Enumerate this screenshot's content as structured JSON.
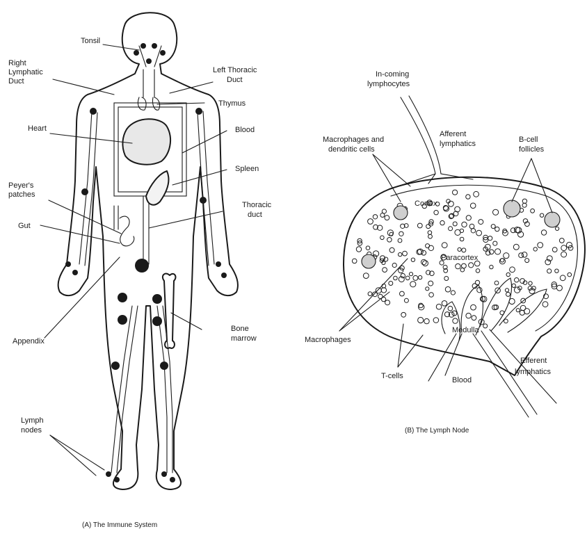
{
  "panel_a": {
    "caption": "(A)  The Immune System",
    "labels": {
      "tonsil": "Tonsil",
      "right_duct_1": "Right",
      "right_duct_2": "Lymphatic",
      "right_duct_3": "Duct",
      "left_duct_1": "Left Thoracic",
      "left_duct_2": "Duct",
      "thymus": "Thymus",
      "heart": "Heart",
      "blood": "Blood",
      "spleen": "Spleen",
      "peyers_1": "Peyer's",
      "peyers_2": "patches",
      "thoracic_1": "Thoracic",
      "thoracic_2": "duct",
      "gut": "Gut",
      "appendix": "Appendix",
      "bone_1": "Bone",
      "bone_2": "marrow",
      "lymph_1": "Lymph",
      "lymph_2": "nodes"
    }
  },
  "panel_b": {
    "caption": "(B)  The Lymph Node",
    "labels": {
      "incoming_1": "In-coming",
      "incoming_2": "lymphocytes",
      "afferent_1": "Afferent",
      "afferent_2": "lymphatics",
      "macro_dc_1": "Macrophages and",
      "macro_dc_2": "dendritic cells",
      "bcell_1": "B-cell",
      "bcell_2": "follicles",
      "cortex": "Cortex",
      "paracortex": "Paracortex",
      "medulla": "Medulla",
      "macrophages": "Macrophages",
      "tcells": "T-cells",
      "blood": "Blood",
      "efferent_1": "Efferent",
      "efferent_2": "lymphatics"
    }
  }
}
